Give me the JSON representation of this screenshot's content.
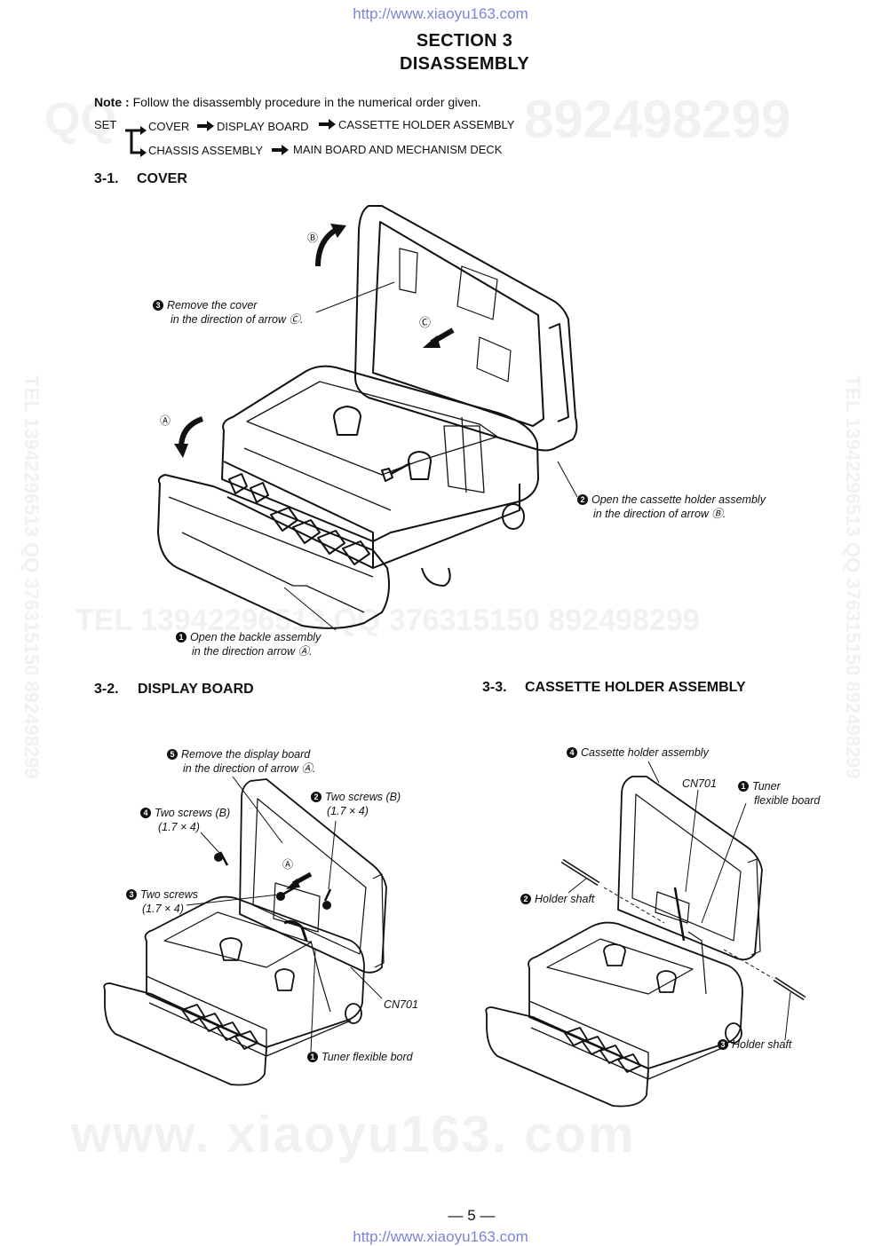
{
  "header_url": "http://www.xiaoyu163.com",
  "footer_url": "http://www.xiaoyu163.com",
  "title": {
    "line1": "SECTION 3",
    "line2": "DISASSEMBLY"
  },
  "note": {
    "label": "Note :",
    "text": "Follow the disassembly procedure in the numerical order given."
  },
  "flow": {
    "start": "SET",
    "row1": [
      "COVER",
      "DISPLAY BOARD",
      "CASSETTE HOLDER ASSEMBLY"
    ],
    "row2": [
      "CHASSIS ASSEMBLY",
      "MAIN BOARD AND MECHANISM DECK"
    ]
  },
  "sections": {
    "cover": {
      "number": "3-1.",
      "title": "COVER",
      "marks": {
        "a": "Ⓐ",
        "b": "Ⓑ",
        "c": "Ⓒ"
      },
      "steps": [
        {
          "bullet": "1",
          "line1": "Open the backle assembly",
          "line2": "in the direction arrow Ⓐ."
        },
        {
          "bullet": "2",
          "line1": "Open the cassette holder assembly",
          "line2": "in the direction of arrow Ⓑ."
        },
        {
          "bullet": "3",
          "line1": "Remove the cover",
          "line2": "in the direction of arrow Ⓒ."
        }
      ]
    },
    "display_board": {
      "number": "3-2.",
      "title": "DISPLAY BOARD",
      "mark_a": "Ⓐ",
      "cn": "CN701",
      "steps": [
        {
          "bullet": "1",
          "line1": "Tuner flexible bord",
          "line2": ""
        },
        {
          "bullet": "2",
          "line1": "Two screws (B)",
          "line2": "(1.7 × 4)"
        },
        {
          "bullet": "3",
          "line1": "Two screws",
          "line2": "(1.7 × 4)"
        },
        {
          "bullet": "4",
          "line1": "Two screws (B)",
          "line2": "(1.7 × 4)"
        },
        {
          "bullet": "5",
          "line1": "Remove the display board",
          "line2": "in the direction of arrow Ⓐ."
        }
      ]
    },
    "cassette_holder": {
      "number": "3-3.",
      "title": "CASSETTE HOLDER ASSEMBLY",
      "cn": "CN701",
      "steps": [
        {
          "bullet": "1",
          "line1": "Tuner",
          "line2": "flexible board"
        },
        {
          "bullet": "2",
          "line1": "Holder shaft",
          "line2": ""
        },
        {
          "bullet": "3",
          "line1": "Holder shaft",
          "line2": ""
        },
        {
          "bullet": "4",
          "line1": "Cassette holder assembly",
          "line2": ""
        }
      ]
    }
  },
  "page_number": "— 5 —",
  "watermarks": {
    "qq_top": "QQ",
    "num_top": "892498299",
    "mid": "TEL 13942296513   QQ 376315150 892498299",
    "side": "TEL 13942296513 QQ 376315150 892498299",
    "bottom": "www. xiaoyu163. com"
  },
  "colors": {
    "url": "#7a84d6",
    "watermark": "#f1f1f1",
    "ink": "#111111"
  }
}
